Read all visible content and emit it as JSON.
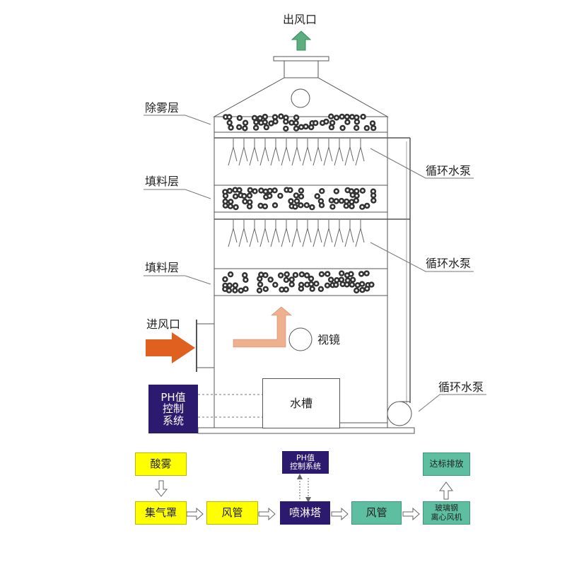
{
  "tower": {
    "outlet": "出风口",
    "demister_layer": "除雾层",
    "packing_layer_1": "填料层",
    "packing_layer_2": "填料层",
    "inlet": "进风口",
    "pump_1": "循环水泵",
    "pump_2": "循环水泵",
    "pump_3": "循环水泵",
    "sight_glass": "视镜",
    "water_tank": "水槽",
    "ph_system_lines": [
      "PH值",
      "控制",
      "系统"
    ]
  },
  "flow": {
    "acid_mist": "酸雾",
    "hood": "集气罩",
    "duct_1": "风管",
    "scrubber": "喷淋塔",
    "duct_2": "风管",
    "fan_lines": [
      "玻璃钢",
      "离心风机"
    ],
    "ph_lines": [
      "PH值",
      "控制系统"
    ],
    "discharge": "达标排放"
  },
  "colors": {
    "outlet_arrow": "#5cae7e",
    "inlet_arrow": "#e06020",
    "internal_arrow": "#eeb08e",
    "purple": "#2b1a6e",
    "yellow": "#ffff00",
    "teal": "#5dbf9f"
  }
}
